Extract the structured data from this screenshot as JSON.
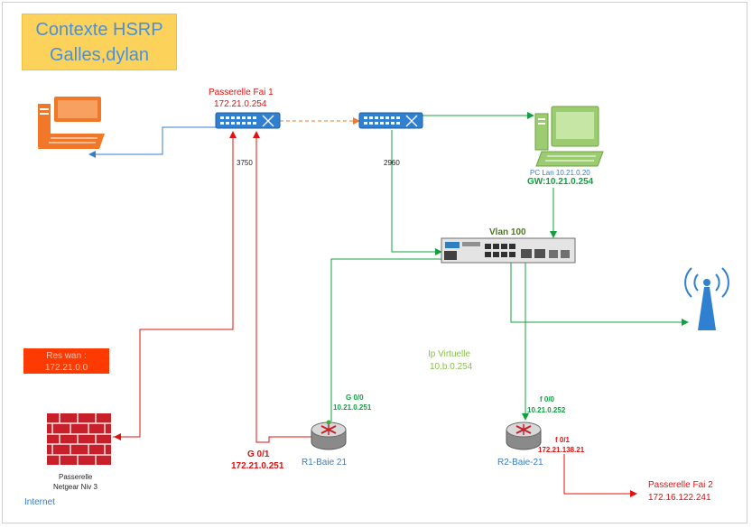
{
  "title": {
    "line1": "Contexte HSRP",
    "line2": "Galles,dylan"
  },
  "nodes": {
    "switch_3750": {
      "name": "Passerelle Fai 1",
      "ip": "172.21.0.254",
      "model": "3750"
    },
    "switch_2960": {
      "model": "2960"
    },
    "pc_lan": {
      "label": "PC Lan 10.21.0.20",
      "gw": "GW:10.21.0.254"
    },
    "core_switch": {
      "label": "Vlan 100"
    },
    "res_wan": {
      "line1": "Res wan :",
      "line2": "172.21.0.0"
    },
    "firewall": {
      "line1": "Passerelle",
      "line2": "Netgear Niv 3"
    },
    "internet": {
      "label": "Internet"
    },
    "r1": {
      "name": "R1-Baie 21",
      "g00_if": "G 0/0",
      "g00_ip": "10.21.0.251",
      "g01_if": "G 0/1",
      "g01_ip": "172.21.0.251"
    },
    "r2": {
      "name": "R2-Baie-21",
      "f00_if": "f 0/0",
      "f00_ip": "10.21.0.252",
      "f01_if": "f 0/1",
      "f01_ip": "172.21.138.21"
    },
    "ip_virtuelle": {
      "line1": "Ip Virtuelle",
      "line2": "10.b.0.254"
    },
    "fai2": {
      "name": "Passerelle Fai 2",
      "ip": "172.16.122.241"
    }
  },
  "colors": {
    "title_bg": "#fcd25a",
    "title_text": "#4a90d9",
    "red": "#e21010",
    "green": "#10a040",
    "blue_link": "#3b7cc8",
    "orange_pc": "#f07828",
    "green_pc": "#9ccc70"
  }
}
